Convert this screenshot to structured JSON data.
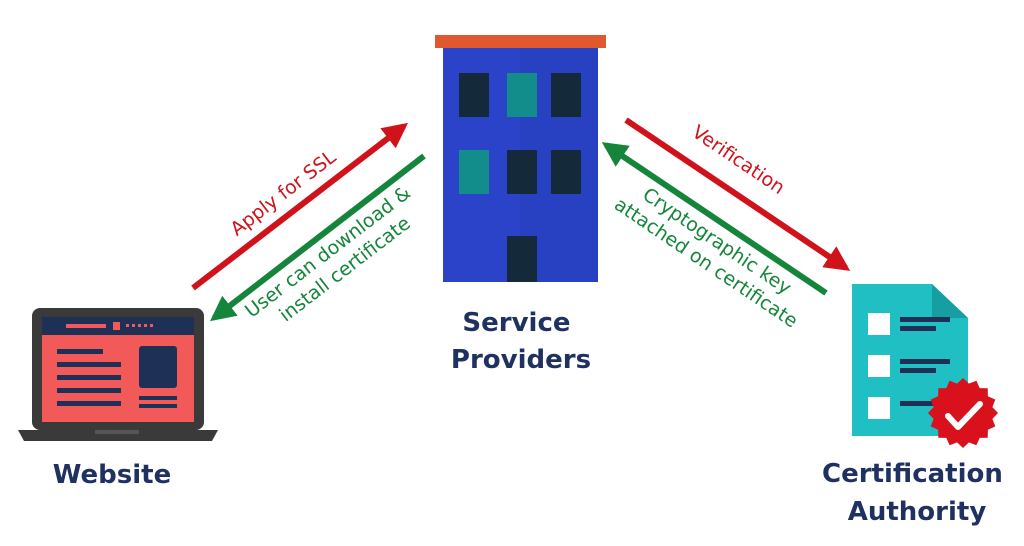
{
  "colors": {
    "navy": "#1e3160",
    "red": "#d0121b",
    "green": "#14853a",
    "building_blue": "#2b43c8",
    "building_blue_dark": "#2236b0",
    "roof_orange": "#e0582e",
    "laptop_gray": "#3a3a3a",
    "screen_red": "#f25a5a",
    "cert_teal": "#1fbfc4",
    "seal_red": "#d9111c"
  },
  "nodes": {
    "website": {
      "label": "Website"
    },
    "service_provider": {
      "line1": "Service",
      "line2": "Providers"
    },
    "certification_authority": {
      "line1": "Certification",
      "line2": "Authority"
    }
  },
  "edges": {
    "apply_ssl": {
      "label": "Apply for SSL"
    },
    "download_install": {
      "line1": "User can download &",
      "line2": "install certificate"
    },
    "verification": {
      "label": "Verification"
    },
    "crypto_key": {
      "line1": "Cryptographic key",
      "line2": "attached on certificate"
    }
  }
}
